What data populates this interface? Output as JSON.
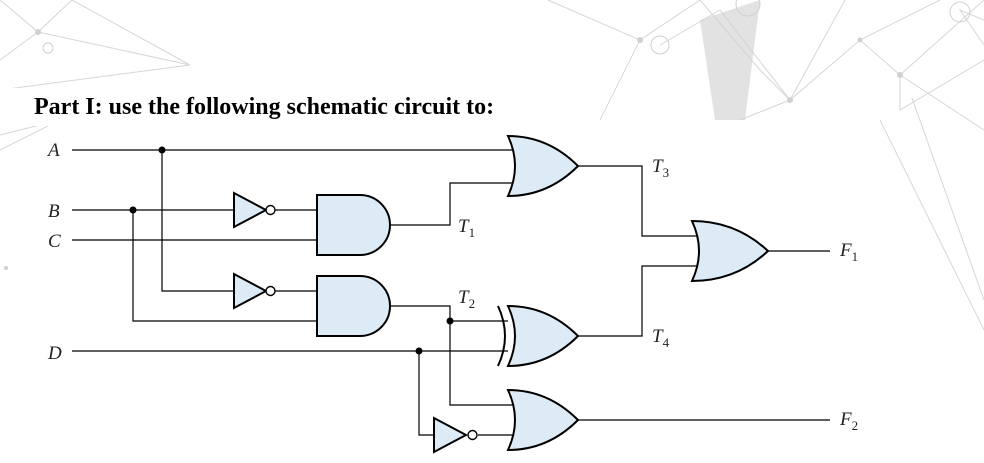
{
  "title": "Part I: use the following schematic circuit to:",
  "inputs": {
    "a": "A",
    "b": "B",
    "c": "C",
    "d": "D"
  },
  "signals": {
    "t1": {
      "main": "T",
      "sub": "1"
    },
    "t2": {
      "main": "T",
      "sub": "2"
    },
    "t3": {
      "main": "T",
      "sub": "3"
    },
    "t4": {
      "main": "T",
      "sub": "4"
    }
  },
  "outputs": {
    "f1": {
      "main": "F",
      "sub": "1"
    },
    "f2": {
      "main": "F",
      "sub": "2"
    }
  },
  "colors": {
    "gate_fill": "#dcebf5",
    "wire": "#000000",
    "background_lines": "#d9d9d9"
  }
}
